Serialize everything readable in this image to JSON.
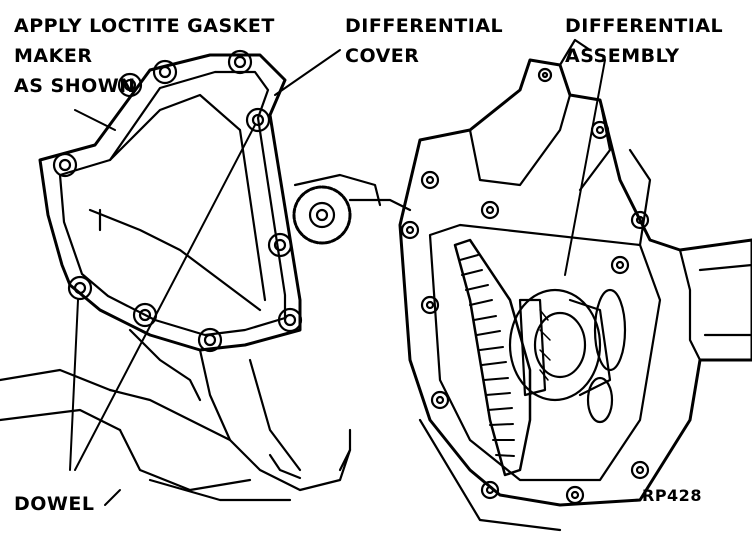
{
  "labels": {
    "gasket": [
      "APPLY LOCTITE GASKET",
      "MAKER",
      "AS SHOWN"
    ],
    "cover": [
      "DIFFERENTIAL",
      "COVER"
    ],
    "assembly": [
      "DIFFERENTIAL",
      "ASSEMBLY"
    ],
    "dowel": "DOWEL",
    "ref": "RP428"
  },
  "colors": {
    "ink": "#000000",
    "paper": "#ffffff"
  }
}
